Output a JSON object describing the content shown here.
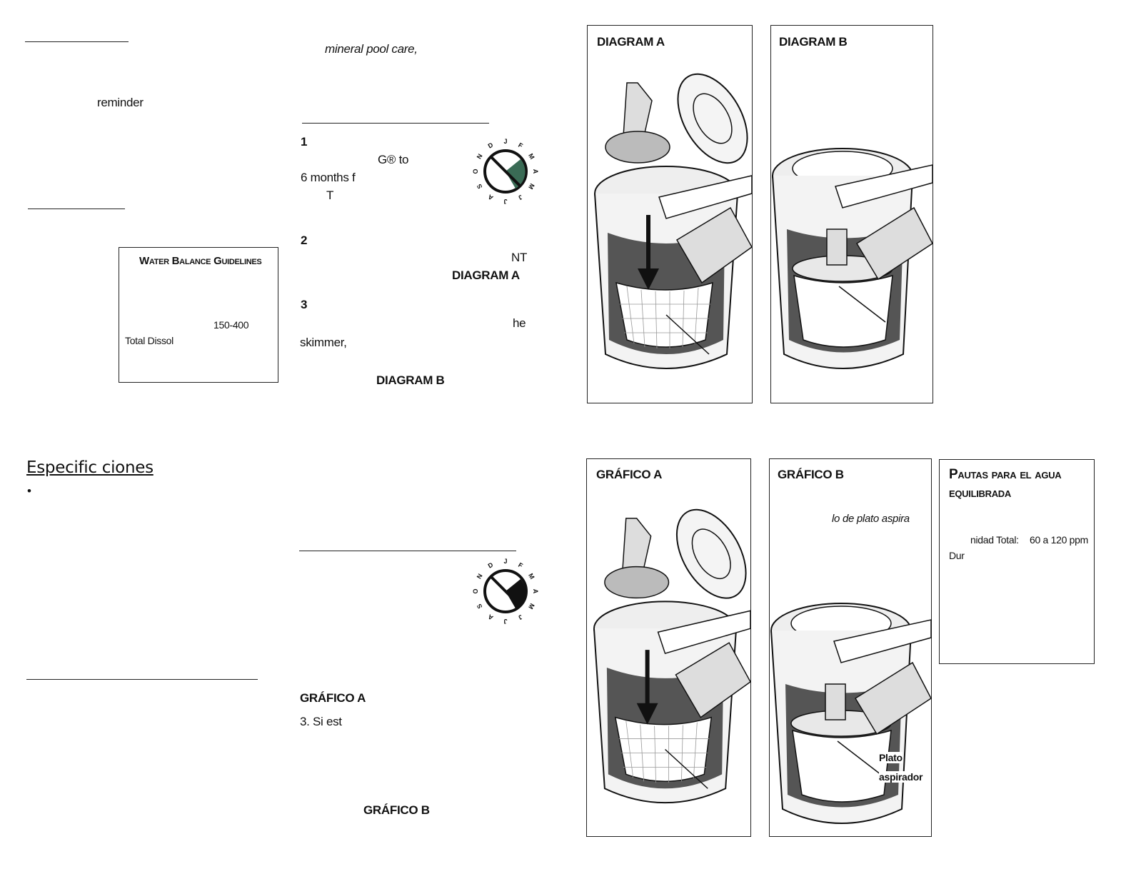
{
  "top_left": {
    "reminder": "reminder",
    "water_balance_box": {
      "title": "Water Balance Guidelines",
      "value": "150-400",
      "row_label": "Total Dissol"
    }
  },
  "top_middle": {
    "intro_italic": "mineral pool care,",
    "step1_num": "1",
    "step1_line1": "G® to",
    "step1_line2": "6 months f",
    "step1_line3": "T",
    "step2_num": "2",
    "step2_line1": "NT",
    "step2_ref": "DIAGRAM A",
    "step3_num": "3",
    "step3_line1": "he",
    "step3_line2": "skimmer,",
    "step3_ref": "DIAGRAM B",
    "dial_letters": [
      "J",
      "F",
      "M",
      "A",
      "M",
      "J",
      "J",
      "A",
      "S",
      "O",
      "N",
      "D"
    ]
  },
  "diagrams_top": {
    "a_title": "DIAGRAM A",
    "b_title": "DIAGRAM B"
  },
  "bottom_left": {
    "heading": "Especific ciones",
    "bullet": "•"
  },
  "bottom_middle": {
    "ref_a": "GRÁFICO A",
    "step3": "3. Si est",
    "ref_b": "GRÁFICO B"
  },
  "diagrams_bottom": {
    "a_title": "GRÁFICO A",
    "b_title": "GRÁFICO B",
    "b_caption": "lo de plato aspira",
    "b_label_line1": "Plato",
    "b_label_line2": "aspirador"
  },
  "pautas_box": {
    "title_line1": "Pautas para el agua",
    "title_line2": "equilibrada",
    "row1_label": "nidad Total:",
    "row1_value": "60 a 120 ppm",
    "row2_label": "Dur"
  }
}
